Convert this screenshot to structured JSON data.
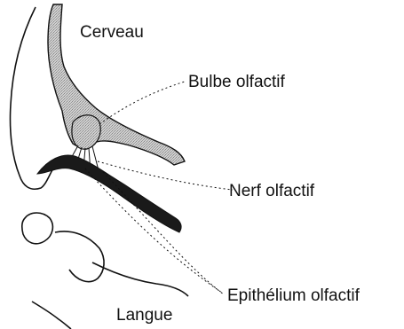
{
  "labels": {
    "brain": "Cerveau",
    "bulb": "Bulbe olfactif",
    "nerve": "Nerf olfactif",
    "epithelium": "Epithélium olfactif",
    "tongue": "Langue"
  },
  "colors": {
    "outline": "#111111",
    "brain_fill": "#bdbdbd",
    "epithelium_fill": "#1a1a1a",
    "background": "#ffffff"
  }
}
